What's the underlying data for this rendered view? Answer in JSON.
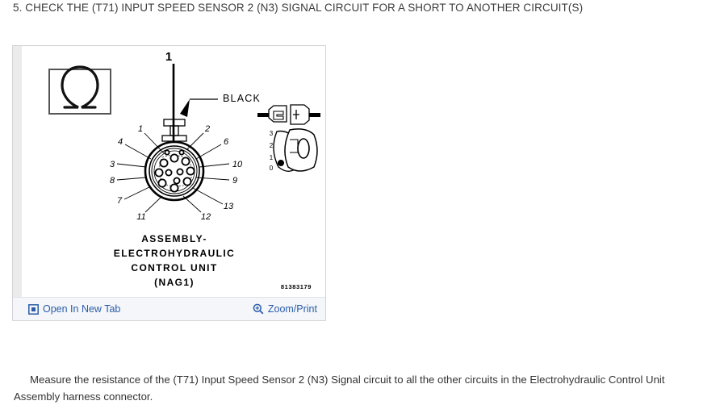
{
  "step": {
    "number": "5.",
    "heading": "5. CHECK THE (T71) INPUT SPEED SENSOR 2 (N3) SIGNAL CIRCUIT FOR A SHORT TO ANOTHER CIRCUIT(S)"
  },
  "figure": {
    "toolbar": {
      "open_in_new_tab_label": "Open In New Tab",
      "open_in_new_tab_icon": "open-in-new-tab-icon",
      "zoom_print_label": "Zoom/Print",
      "zoom_print_icon": "magnifier-plus-icon"
    },
    "diagram": {
      "meter_symbol": "Ω",
      "callout_number": "1",
      "wire_color_label": "BLACK",
      "component_title_lines": [
        "ASSEMBLY-",
        "ELECTROHYDRAULIC",
        "CONTROL UNIT",
        "(NAG1)"
      ],
      "part_number": "81383179",
      "connector_pin_labels": [
        "1",
        "2",
        "3",
        "4",
        "6",
        "7",
        "8",
        "9",
        "10",
        "11",
        "12",
        "13"
      ],
      "pin_left_labels": [
        "4",
        "3",
        "8",
        "7"
      ],
      "pin_top_labels": [
        "1",
        "2"
      ],
      "pin_right_labels": [
        "6",
        "10",
        "9",
        "13"
      ],
      "pin_bottom_labels": [
        "11",
        "12"
      ],
      "terminal_scale_labels": [
        "3",
        "2",
        "1",
        "0"
      ]
    }
  },
  "instruction": {
    "text": "Measure the resistance of the (T71) Input Speed Sensor 2 (N3) Signal circuit to all the other circuits in the Electrohydraulic Control Unit Assembly harness connector."
  },
  "colors": {
    "link": "#2a5caa",
    "toolbar_bg": "#f4f6f9",
    "card_border": "#d3d4d6",
    "text": "#333333"
  }
}
